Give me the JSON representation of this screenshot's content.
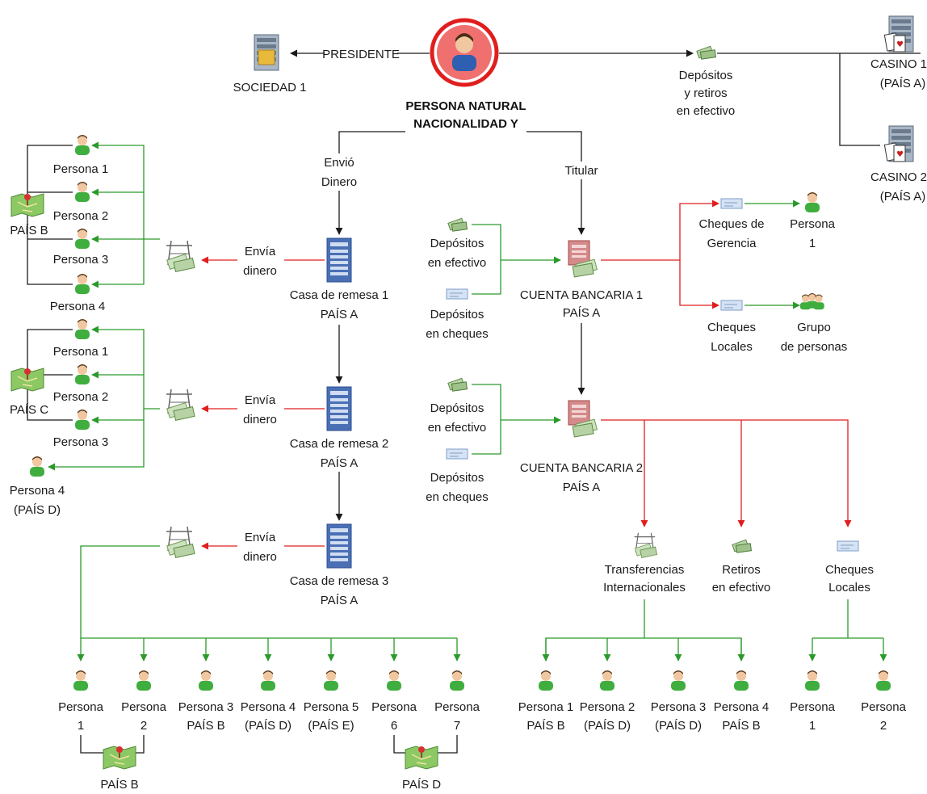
{
  "colors": {
    "green": "#2a9a2a",
    "red": "#e01e1e",
    "black": "#1a1a1a",
    "person": "#3fae3f",
    "doc": "#4a6fb5"
  },
  "center": {
    "name_1": "PERSONA NATURAL",
    "name_2": "NACIONALIDAD Y"
  },
  "top": {
    "presidente": "PRESIDENTE",
    "sociedad": "SOCIEDAD 1",
    "depositos": [
      "Depósitos",
      "y retiros",
      "en efectivo"
    ],
    "casino1": [
      "CASINO 1",
      "(PAÍS A)"
    ],
    "casino2": [
      "CASINO 2",
      "(PAÍS A)"
    ]
  },
  "links": {
    "envio": [
      "Envió",
      "Dinero"
    ],
    "titular": "Titular",
    "envia": [
      "Envía",
      "dinero"
    ]
  },
  "remesas": [
    [
      "Casa de remesa 1",
      "PAÍS A"
    ],
    [
      "Casa de remesa 2",
      "PAÍS A"
    ],
    [
      "Casa de remesa 3",
      "PAÍS A"
    ]
  ],
  "group1": {
    "persons": [
      "Persona 1",
      "Persona 2",
      "Persona 3",
      "Persona 4"
    ],
    "country": "PAÍS B"
  },
  "group2": {
    "persons": [
      "Persona 1",
      "Persona 2",
      "Persona 3"
    ],
    "country": "PAÍS C",
    "extra": [
      "Persona 4",
      "(PAÍS D)"
    ]
  },
  "bottom_left": {
    "persons": [
      [
        "Persona",
        "1"
      ],
      [
        "Persona",
        "2"
      ],
      [
        "Persona 3",
        "PAÍS B"
      ],
      [
        "Persona 4",
        "(PAÍS D)"
      ],
      [
        "Persona 5",
        "(PAÍS E)"
      ],
      [
        "Persona",
        "6"
      ],
      [
        "Persona",
        "7"
      ]
    ],
    "country_a": "PAÍS B",
    "country_b": "PAÍS D"
  },
  "cuenta1": {
    "label": [
      "CUENTA BANCARIA 1",
      "PAÍS A"
    ],
    "dep_efectivo": [
      "Depósitos",
      "en efectivo"
    ],
    "dep_cheques": [
      "Depósitos",
      "en cheques"
    ],
    "cheques_gerencia": [
      "Cheques de",
      "Gerencia"
    ],
    "persona": [
      "Persona",
      "1"
    ],
    "cheques_locales": [
      "Cheques",
      "Locales"
    ],
    "grupo": [
      "Grupo",
      "de personas"
    ]
  },
  "cuenta2": {
    "label": [
      "CUENTA BANCARIA 2",
      "PAÍS A"
    ],
    "dep_efectivo": [
      "Depósitos",
      "en efectivo"
    ],
    "dep_cheques": [
      "Depósitos",
      "en cheques"
    ],
    "transferencias": [
      "Transferencias",
      "Internacionales"
    ],
    "retiros": [
      "Retiros",
      "en efectivo"
    ],
    "cheques_locales": [
      "Cheques",
      "Locales"
    ]
  },
  "bottom_right": {
    "transfer_persons": [
      [
        "Persona 1",
        "PAÍS B"
      ],
      [
        "Persona 2",
        "(PAÍS D)"
      ],
      [
        "Persona 3",
        "(PAÍS D)"
      ],
      [
        "Persona 4",
        "PAÍS B"
      ]
    ],
    "cheque_persons": [
      [
        "Persona",
        "1"
      ],
      [
        "Persona",
        "2"
      ]
    ]
  }
}
